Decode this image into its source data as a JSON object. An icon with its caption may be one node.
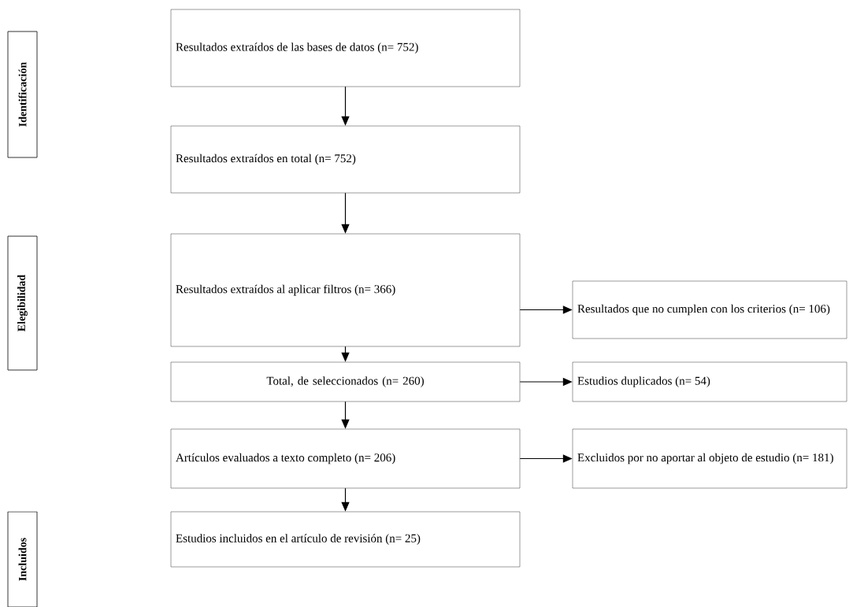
{
  "diagram": {
    "nodes": [
      {
        "text": [
          "Identificación"
        ]
      },
      {
        "text": [
          "Resultados extraídos de las bases de datos (n= 752)"
        ]
      },
      {
        "text": [
          "Resultados extraídos en total (n= 752)"
        ]
      },
      {
        "text": [
          "Elegibilidad"
        ]
      },
      {
        "text": [
          "Resultados extraídos al aplicar filtros (n= 366)"
        ]
      },
      {
        "text": [
          "Resultados que no cumplen con los criterios (n= 106)"
        ]
      },
      {
        "text": [
          "Total, de seleccionados (n= 260)"
        ]
      },
      {
        "text": [
          "Estudios duplicados (n= 54)"
        ]
      },
      {
        "text": [
          "Artículos evaluados a texto completo (n= 206)"
        ]
      },
      {
        "text": [
          "Excluidos por no aportar al objeto de estudio (n= 181)"
        ]
      },
      {
        "text": [
          "Incluidos"
        ]
      },
      {
        "text": [
          "Estudios incluidos en el artículo de revisión (n= 25)"
        ]
      }
    ],
    "edges": [
      {
        "from": 1,
        "to": 2,
        "arrow": "to"
      },
      {
        "from": 2,
        "to": 4,
        "arrow": "to"
      },
      {
        "from": 4,
        "to": 5,
        "arrow": "to"
      },
      {
        "from": 4,
        "to": 6,
        "arrow": "to"
      },
      {
        "from": 6,
        "to": 7,
        "arrow": "to"
      },
      {
        "from": 6,
        "to": 8,
        "arrow": "to"
      },
      {
        "from": 8,
        "to": 9,
        "arrow": "to"
      },
      {
        "from": 8,
        "to": 11,
        "arrow": "to"
      }
    ]
  }
}
